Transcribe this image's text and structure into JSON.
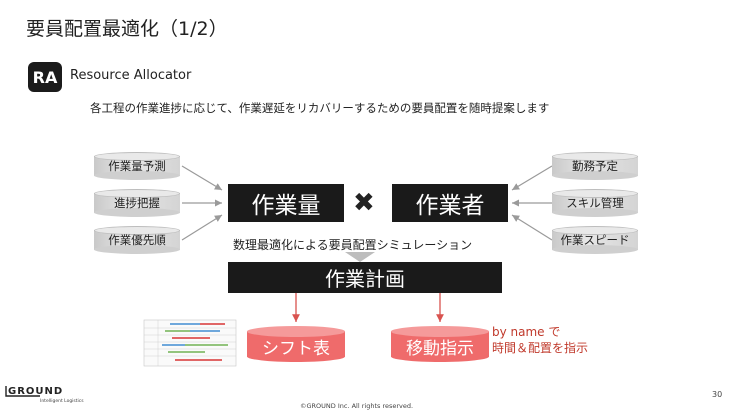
{
  "title": "要員配置最適化（1/2）",
  "badge": "RA",
  "brand": "Resource Allocator",
  "description": "各工程の作業進捗に応じて、作業遅延をリカバリーするための要員配置を随時提案します",
  "left_inputs": [
    "作業量予測",
    "進捗把握",
    "作業優先順"
  ],
  "right_inputs": [
    "勤務予定",
    "スキル管理",
    "作業スピード"
  ],
  "block_left": "作業量",
  "cross_symbol": "✖",
  "block_right": "作業者",
  "simulation_label": "数理最適化による要員配置シミュレーション",
  "block_plan": "作業計画",
  "outputs": [
    "シフト表",
    "移動指示"
  ],
  "output_note_line1": "by name で",
  "output_note_line2": "時間＆配置を指示",
  "footer": "©GROUND Inc. All rights reserved.",
  "page_number": "30",
  "logo": "GROUND",
  "logo_subtitle": "Intelligent Logistics",
  "colors": {
    "block": "#1a1a1a",
    "output": "#ef6b6b",
    "arrow_red": "#d9534f",
    "note": "#c0392b"
  }
}
